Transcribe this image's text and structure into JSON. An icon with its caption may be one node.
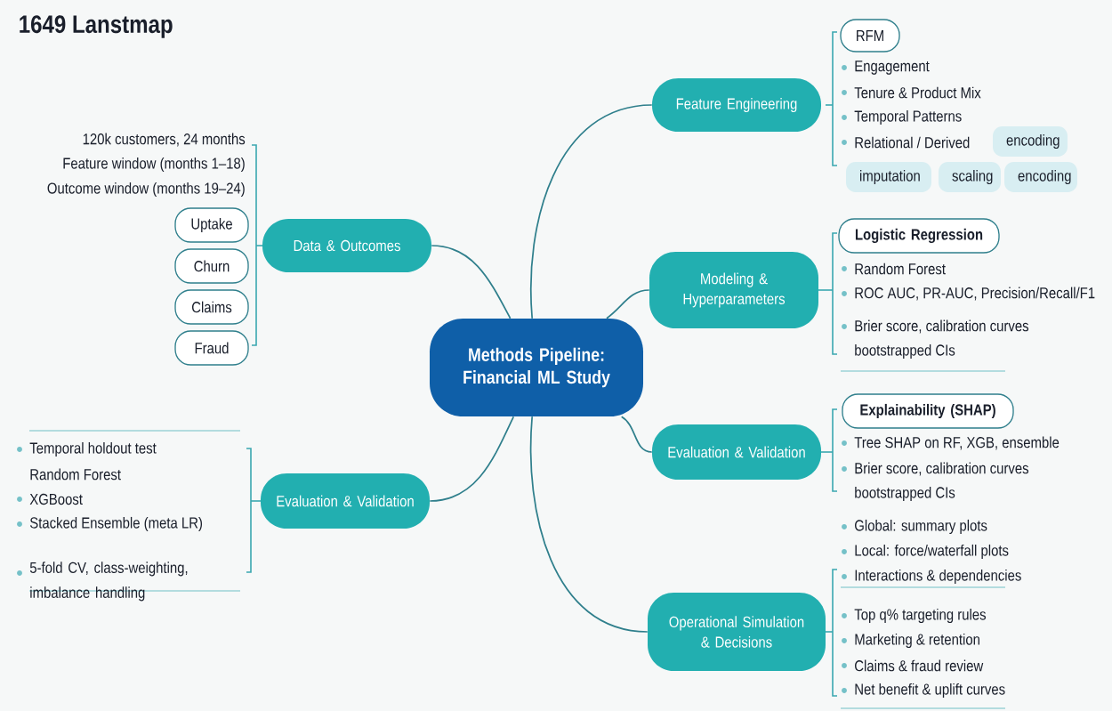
{
  "diagram": {
    "title": "1649 Lanstmap",
    "nodes": [
      {
        "text": [
          "Methods Pipeline: Financial ML Study"
        ]
      },
      {
        "text": [
          "Feature Engineering"
        ]
      },
      {
        "text": [
          "Data & Outcomes"
        ]
      },
      {
        "text": [
          "Modeling & Hyperparameters"
        ]
      },
      {
        "text": [
          "Evaluation & Validation"
        ]
      },
      {
        "text": [
          "Evaluation & Validation"
        ]
      },
      {
        "text": [
          "Operational Simulation & Decisions"
        ]
      },
      {
        "text": [
          "Uptake"
        ]
      },
      {
        "text": [
          "Churn"
        ]
      },
      {
        "text": [
          "Claims"
        ]
      },
      {
        "text": [
          "Fraud"
        ]
      },
      {
        "text": [
          "RFM"
        ]
      },
      {
        "text": [
          "Logistic Regression"
        ]
      },
      {
        "text": [
          "Explainability (SHAP)"
        ]
      },
      {
        "text": [
          "encoding"
        ]
      },
      {
        "text": [
          "imputation"
        ]
      },
      {
        "text": [
          "scaling"
        ]
      },
      {
        "text": [
          "encoding"
        ]
      }
    ],
    "edges": [
      {
        "from": 0,
        "to": 1,
        "arrow": "none"
      },
      {
        "from": 0,
        "to": 2,
        "arrow": "none"
      },
      {
        "from": 0,
        "to": 3,
        "arrow": "none"
      },
      {
        "from": 0,
        "to": 4,
        "arrow": "none"
      },
      {
        "from": 0,
        "to": 5,
        "arrow": "none"
      },
      {
        "from": 0,
        "to": 6,
        "arrow": "none"
      }
    ],
    "labels": [
      "120k customers, 24 months",
      "Feature window (months 1–18)",
      "Outcome window (months 19–24)",
      "Engagement",
      "Tenure & Product Mix",
      "Temporal Patterns",
      "Relational / Derived",
      "Random Forest",
      "ROC AUC, PR-AUC, Precision/Recall/F1",
      "Brier score, calibration curves",
      "bootstrapped CIs",
      "Temporal holdout test",
      "Random Forest",
      "XGBoost",
      "Stacked Ensemble (meta LR)",
      "5-fold CV, class-weighting, imbalance handling",
      "Tree SHAP on RF, XGB, ensemble",
      "Brier score, calibration curves",
      "bootstrapped CIs",
      "Global: summary plots",
      "Local: force/waterfall plots",
      "Interactions & dependencies",
      "Top q% targeting rules",
      "Marketing & retention",
      "Claims & fraud review",
      "Net benefit & uplift curves"
    ]
  }
}
